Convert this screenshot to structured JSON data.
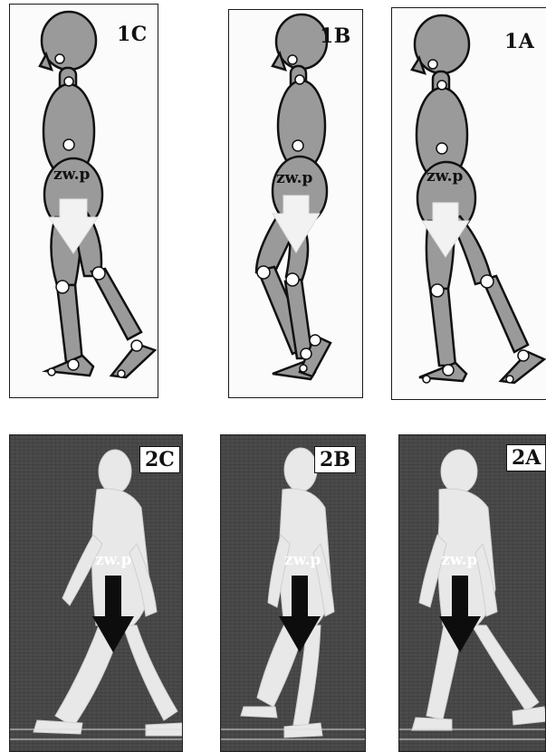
{
  "drawings": [
    {
      "label": "1C",
      "cog": "zw.p"
    },
    {
      "label": "1B",
      "cog": "zw.p"
    },
    {
      "label": "1A",
      "cog": "zw.p"
    }
  ],
  "photos": [
    {
      "label": "2C",
      "cog": "zw.p"
    },
    {
      "label": "2B",
      "cog": "zw.p"
    },
    {
      "label": "2A",
      "cog": "zw.p"
    }
  ],
  "colors": {
    "mannequin_fill": "#9a9a9a",
    "outline": "#111111",
    "photo_bg": "#4a4a4a",
    "figure_light": "#e8e8e8"
  }
}
